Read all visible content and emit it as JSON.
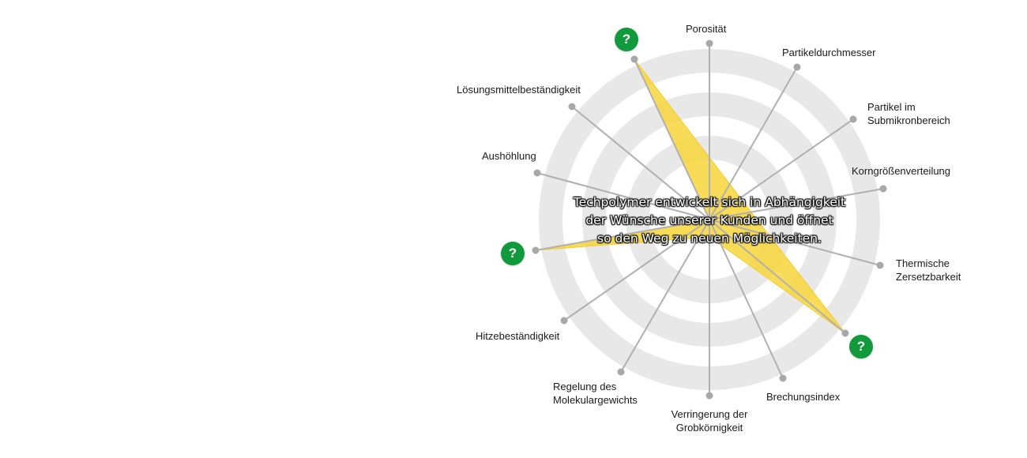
{
  "diagram": {
    "center_text": [
      "Techpolymer entwickelt sich in Abhängigkeit",
      "der Wünsche unserer Kunden und öffnet",
      "so den Weg zu neuen Möglichkeiten."
    ],
    "axes": [
      {
        "label": "Porosität"
      },
      {
        "label": "Partikeldurchmesser"
      },
      {
        "label": "Partikel im\nSubmikronbereich"
      },
      {
        "label": "Korngrößenverteilung"
      },
      {
        "label": "Thermische\nZersetzbarkeit"
      },
      {
        "label": "Brechungsindex"
      },
      {
        "label": "Verringerung der\nGrobkörnigkeit"
      },
      {
        "label": "Regelung des\nMolekulargewichts"
      },
      {
        "label": "Hitzebeständigkeit"
      },
      {
        "label": "Aushöhlung"
      },
      {
        "label": "Lösungsmittelbeständigkeit"
      }
    ],
    "help_buttons": [
      {
        "label": "?"
      },
      {
        "label": "?"
      },
      {
        "label": "?"
      }
    ],
    "colors": {
      "ring": "#e8e8e8",
      "highlight": "#f7d53a",
      "spoke": "#b0b0b0",
      "help": "#109a3c"
    }
  }
}
